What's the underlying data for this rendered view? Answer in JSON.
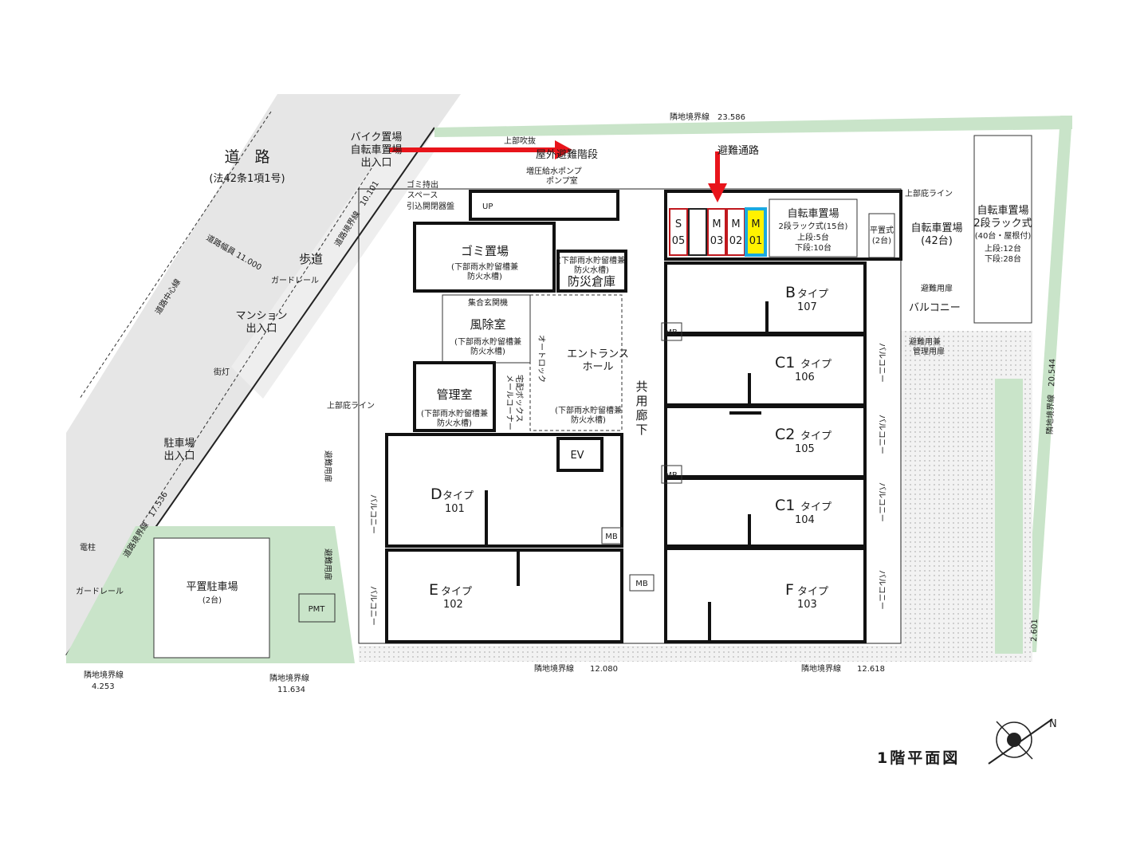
{
  "title": "1階平面図",
  "road": {
    "name": "道　路",
    "law": "(法42条1項1号)",
    "width": "道路幅員 11.000",
    "center_line": "道路中心線",
    "sidewalk": "歩道",
    "guardrail": "ガードレール",
    "guardrail2": "ガードレール",
    "streetlight": "街灯",
    "pole": "電柱"
  },
  "boundaries": {
    "top": "隣地境界線　23.586",
    "road_upper": "道路境界線　10.101",
    "road_lower": "道路境界線　17.536",
    "right": "隣地境界線　20.544",
    "right_small": "2.601",
    "bottom_left1": "隣地境界線",
    "bottom_left1_val": "4.253",
    "bottom_left2": "隣地境界線",
    "bottom_left2_val": "11.634",
    "bottom_mid": "隣地境界線　　12.080",
    "bottom_right": "隣地境界線　　12.618"
  },
  "entrances": {
    "bike": [
      "バイク置場",
      "自転車置場",
      "出入口"
    ],
    "mansion": [
      "マンション",
      "出入口"
    ],
    "parking": [
      "駐車場",
      "出入口"
    ]
  },
  "rooms": {
    "stairs": "屋外避難階段",
    "upper_void": "上部吹抜",
    "pump": [
      "増圧給水ポンプ",
      "ポンプ室"
    ],
    "trash_out": [
      "ゴミ持出",
      "スペース"
    ],
    "trash_door": "引込開閉器盤",
    "up": "UP",
    "trash": "ゴミ置場",
    "tank": [
      "(下部雨水貯留槽兼",
      "防火水槽)"
    ],
    "disaster": "防災倉庫",
    "intercom": "集合玄関機",
    "windbreak": "風除室",
    "autolock": "オートロック",
    "entrance": [
      "エントランス",
      "ホール"
    ],
    "delivery": [
      "メールコーナー",
      "宅配ボックス"
    ],
    "manager": "管理室",
    "corridor": [
      "共",
      "用",
      "廊",
      "下"
    ],
    "ev": "EV",
    "mb": "MB",
    "pmt": "PMT",
    "eaves": "上部庇ライン",
    "eaves2": "上部庇ライン",
    "evac_route": "避難通路",
    "evac_door": "避難用扉",
    "evac_mgmt": [
      "避難用兼",
      "管理用扉"
    ],
    "balcony": "バルコニー",
    "balcony_v": "バルコニー"
  },
  "parking": {
    "slots": [
      "S",
      "05",
      "",
      "M",
      "03",
      "M",
      "02",
      "M",
      "01"
    ],
    "bike_rack": [
      "自転車置場",
      "2段ラック式(15台)",
      "上段:5台",
      "下段:10台"
    ],
    "flat": [
      "平置式",
      "(2台)"
    ],
    "bike42": [
      "自転車置場",
      "(42台)"
    ],
    "bike40": [
      "自転車置場",
      "2段ラック式",
      "(40台・屋根付)",
      "上段:12台",
      "下段:28台"
    ],
    "car": [
      "平置駐車場",
      "(2台)"
    ]
  },
  "units": {
    "b": [
      "B",
      "タイプ",
      "107"
    ],
    "c1a": [
      "C1",
      "タイプ",
      "106"
    ],
    "c2": [
      "C2",
      "タイプ",
      "105"
    ],
    "c1b": [
      "C1",
      "タイプ",
      "104"
    ],
    "d": [
      "D",
      "タイプ",
      "101"
    ],
    "e": [
      "E",
      "タイプ",
      "102"
    ],
    "f": [
      "F",
      "タイプ",
      "103"
    ]
  },
  "compass": "N",
  "colors": {
    "arrow": "#e8141b",
    "highlight_border": "#19a9e0",
    "highlight_fill": "#fff200",
    "slot_border": "#c0181e",
    "green": "#c9e4c9",
    "road": "#e6e6e6",
    "gravel": "#eeeeee"
  }
}
